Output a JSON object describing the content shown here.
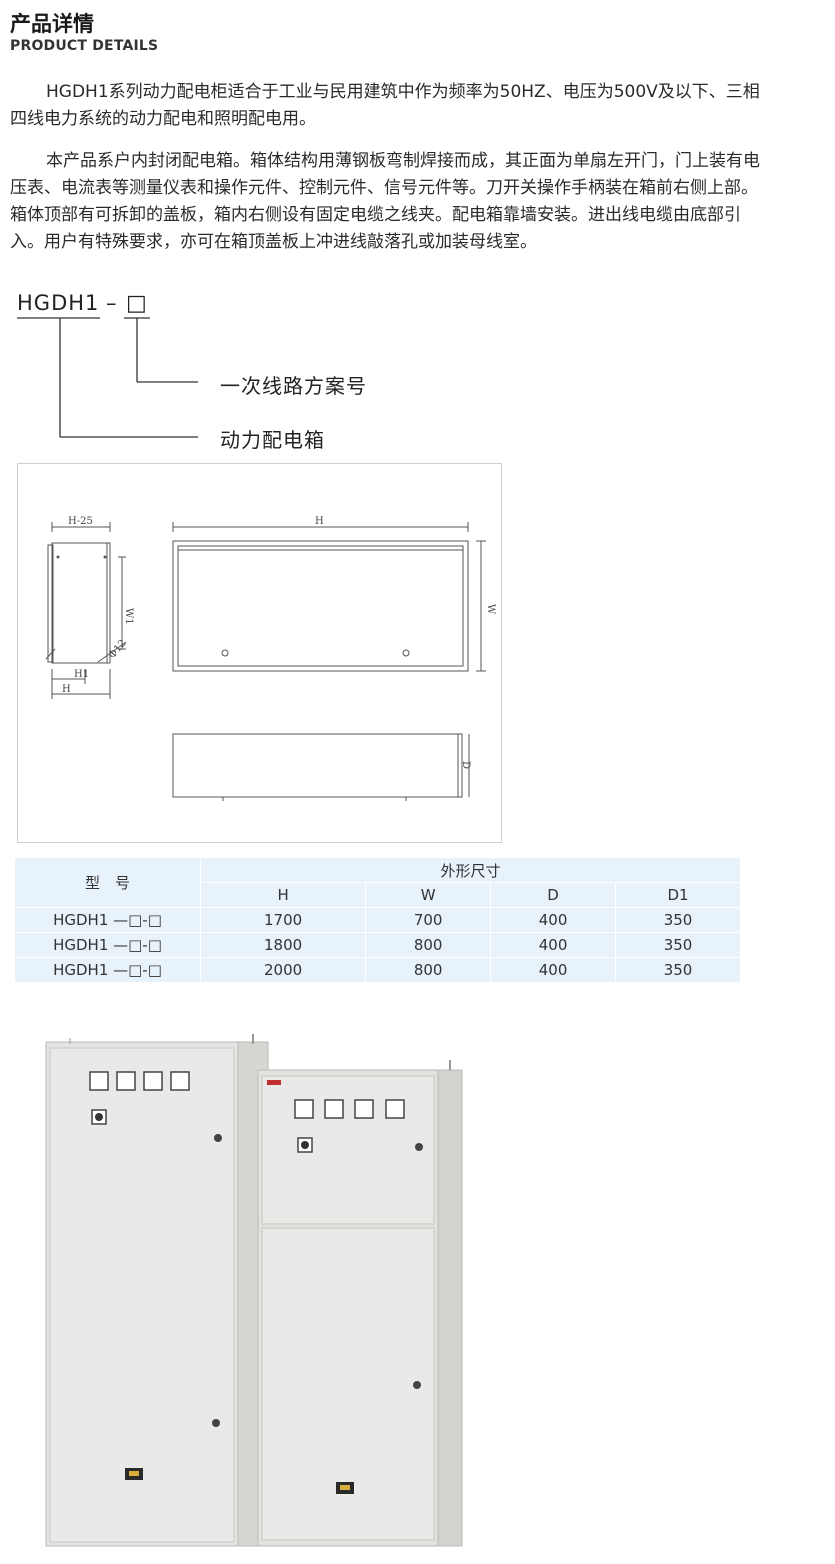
{
  "header": {
    "title_cn": "产品详情",
    "title_en": "PRODUCT DETAILS"
  },
  "intro": {
    "p1": "HGDH1系列动力配电柜适合于工业与民用建筑中作为频率为50HZ、电压为500V及以下、三相四线电力系统的动力配电和照明配电用。",
    "p2": "本产品系户内封闭配电箱。箱体结构用薄钢板弯制焊接而成，其正面为单扇左开门，门上装有电压表、电流表等测量仪表和操作元件、控制元件、信号元件等。刀开关操作手柄装在箱前右侧上部。箱体顶部有可拆卸的盖板，箱内右侧设有固定电缆之线夹。配电箱靠墙安装。进出线电缆由底部引入。用户有特殊要求，亦可在箱顶盖板上冲进线敲落孔或加装母线室。"
  },
  "model_code": {
    "prefix": "HGDH1",
    "dash": "–",
    "box": "□",
    "label_scheme": "一次线路方案号",
    "label_box": "动力配电箱"
  },
  "drawing": {
    "label_h25": "H-25",
    "label_h": "H",
    "label_w": "W",
    "label_w1": "W1",
    "label_h1": "H1",
    "label_hole": "Φ12",
    "label_d": "D"
  },
  "spec_table": {
    "model_header": "型　号",
    "group_header": "外形尺寸",
    "columns": [
      "H",
      "W",
      "D",
      "D1"
    ],
    "rows": [
      {
        "model": "HGDH1 —□-□",
        "H": "1700",
        "W": "700",
        "D": "400",
        "D1": "350"
      },
      {
        "model": "HGDH1 —□-□",
        "H": "1800",
        "W": "800",
        "D": "400",
        "D1": "350"
      },
      {
        "model": "HGDH1 —□-□",
        "H": "2000",
        "W": "800",
        "D": "400",
        "D1": "350"
      }
    ]
  },
  "colors": {
    "table_bg": "#e7f2fa",
    "cabinet_body": "#e4e4e2",
    "cabinet_edge": "#b9b9b6"
  }
}
